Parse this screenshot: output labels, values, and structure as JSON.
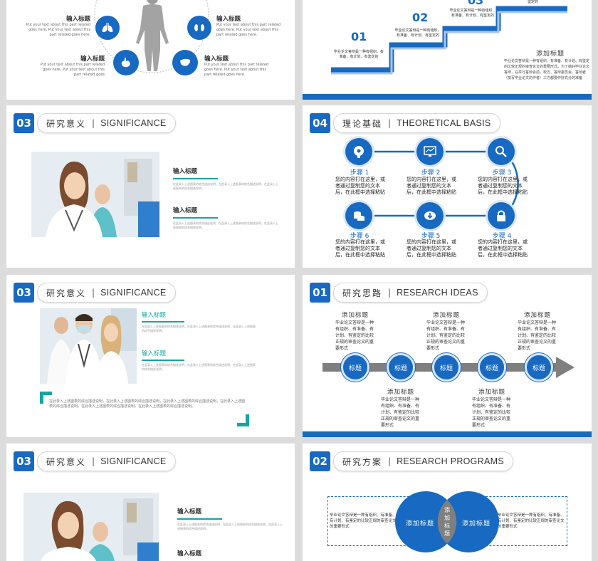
{
  "slide1": {
    "items": [
      {
        "title": "输入标题",
        "body": "Put your text about this part related goes here. Put your text about this part related goes here."
      },
      {
        "title": "输入标题",
        "body": "Put your text about this part related goes here. Put your text about this part related goes here."
      },
      {
        "title": "输入标题",
        "body": "Put your text about this part related goes here. Put your text about this part related goes"
      },
      {
        "title": "输入标题",
        "body": "Put your text about this part related goes here. Put your text about this part related goes here."
      }
    ]
  },
  "slide2": {
    "steps": [
      {
        "num": "01",
        "text": "毕业论文答辩是一种有组织、有准备、有计划、有鉴定的"
      },
      {
        "num": "02",
        "text": "毕业论文答辩是一种有组织、有准备、有计划、有鉴定的"
      },
      {
        "num": "03",
        "text": "毕业论文答辩是一种有组织、有准备、有计划、有鉴定的"
      }
    ],
    "top_snip": "鉴定的",
    "add_title": "添加标题",
    "add_body": "毕业论文答辩是一种有组织、有准备、有计划、有鉴定的比较正规的审查论文的重要形式。为了搞好毕业论文答辩，在举行答辩会前，校方、答辩委员会、答辩者（撰写毕业论文的作者）三方都要作好充分的准备"
  },
  "slide3": {
    "num": "03",
    "cn": "研究意义",
    "sep": "|",
    "en": "SIGNIFICANCE",
    "items": [
      {
        "title": "输入标题",
        "body": "在此录入上述图表的综合描述说明，在此录入上述图表的综合描述说明，在此录入上述图表的综合描述说明。"
      },
      {
        "title": "输入标题",
        "body": "在此录入上述图表的综合描述说明，在此录入上述图表的综合描述说明，在此录入上述图表的综合描述说明。"
      }
    ]
  },
  "slide4": {
    "num": "04",
    "cn": "理论基础",
    "sep": "|",
    "en": "THEORETICAL BASIS",
    "steps": [
      {
        "title": "步骤 1",
        "text": "您的内容打在这里，或者通过复制您的文本后，在此框中选择粘贴"
      },
      {
        "title": "步骤 2",
        "text": "您的内容打在这里，或者通过复制您的文本后，在此框中选择粘贴"
      },
      {
        "title": "步骤 3",
        "text": "您的内容打在这里，或者通过复制您的文本后，在此框中选择粘贴"
      },
      {
        "title": "步骤 4",
        "text": "您的内容打在这里，或者通过复制您的文本后，在此框中选择粘贴"
      },
      {
        "title": "步骤 5",
        "text": "您的内容打在这里，或者通过复制您的文本后，在此框中选择粘贴"
      },
      {
        "title": "步骤 6",
        "text": "您的内容打在这里，或者通过复制您的文本后，在此框中选择粘贴"
      }
    ]
  },
  "slide5": {
    "num": "03",
    "cn": "研究意义",
    "sep": "|",
    "en": "SIGNIFICANCE",
    "items": [
      {
        "title": "输入标题",
        "body": "在此录入上述图表的综合描述说明，在此录入上述图表的综合描述说明，在此录入上述图表的综合描述说明。"
      },
      {
        "title": "输入标题",
        "body": "在此录入上述图表的综合描述说明，在此录入上述图表的综合描述说明，在此录入上述图表的综合描述说明。"
      }
    ],
    "quote": "在此录入上述图表的综合描述说明，在此录入上述图表的综合描述说明，在此录入上述图表的综合描述说明，在此录入上述图表的综合描述说明，在此录入上述图表的综合描述说明，在此录入上述图表的综合描述说明。"
  },
  "slide6": {
    "num": "01",
    "cn": "研究思路",
    "sep": "|",
    "en": "RESEARCH IDEAS",
    "nodes": [
      "标题",
      "标题",
      "标题",
      "标题",
      "标题"
    ],
    "blocks": [
      {
        "title": "添加标题",
        "body": "毕业论文答辩是一种有组织、有准备、有计划、有鉴定的比较正规的审查论文的重要形式"
      },
      {
        "title": "添加标题",
        "body": "毕业论文答辩是一种有组织、有准备、有计划、有鉴定的比较正规的审查论文的重要形式"
      },
      {
        "title": "添加标题",
        "body": "毕业论文答辩是一种有组织、有准备、有计划、有鉴定的比较正规的审查论文的重要形式"
      },
      {
        "title": "添加标题",
        "body": "毕业论文答辩是一种有组织、有准备、有计划、有鉴定的比较正规的审查论文的重要形式"
      },
      {
        "title": "添加标题",
        "body": "毕业论文答辩是一种有组织、有准备、有计划、有鉴定的比较正规的审查论文的重要形式"
      }
    ]
  },
  "slide7": {
    "num": "03",
    "cn": "研究意义",
    "sep": "|",
    "en": "SIGNIFICANCE",
    "items": [
      {
        "title": "输入标题",
        "body": "在此录入上述图表的综合描述说明，在此录入上述图表的综合描述说明，在此录入上述图表的综合描述说明。"
      },
      {
        "title": "输入标题"
      }
    ]
  },
  "slide8": {
    "num": "02",
    "cn": "研究方案",
    "sep": "|",
    "en": "RESEARCH PROGRAMS",
    "left_text": "毕业论文答辩是一种有组织、有准备、有计划、有鉴定的比较正规的审查论文的重要形式",
    "right_text": "毕业论文答辩是一种有组织、有准备、有计划、有鉴定的比较正规的审查论文的重要形式",
    "circle_left": "添加标题",
    "circle_right": "添加标题",
    "center": "添加标题"
  },
  "colors": {
    "primary": "#1769c1",
    "teal": "#17a3a3",
    "gray": "#7f7f7f"
  },
  "icons": [
    "lungs-icon",
    "kidney-icon",
    "stomach-icon",
    "liver-icon",
    "human-body-icon",
    "brain-gear-icon",
    "monitor-chart-icon",
    "magnifier-icon",
    "lock-icon",
    "cloud-download-icon",
    "coins-icon"
  ]
}
